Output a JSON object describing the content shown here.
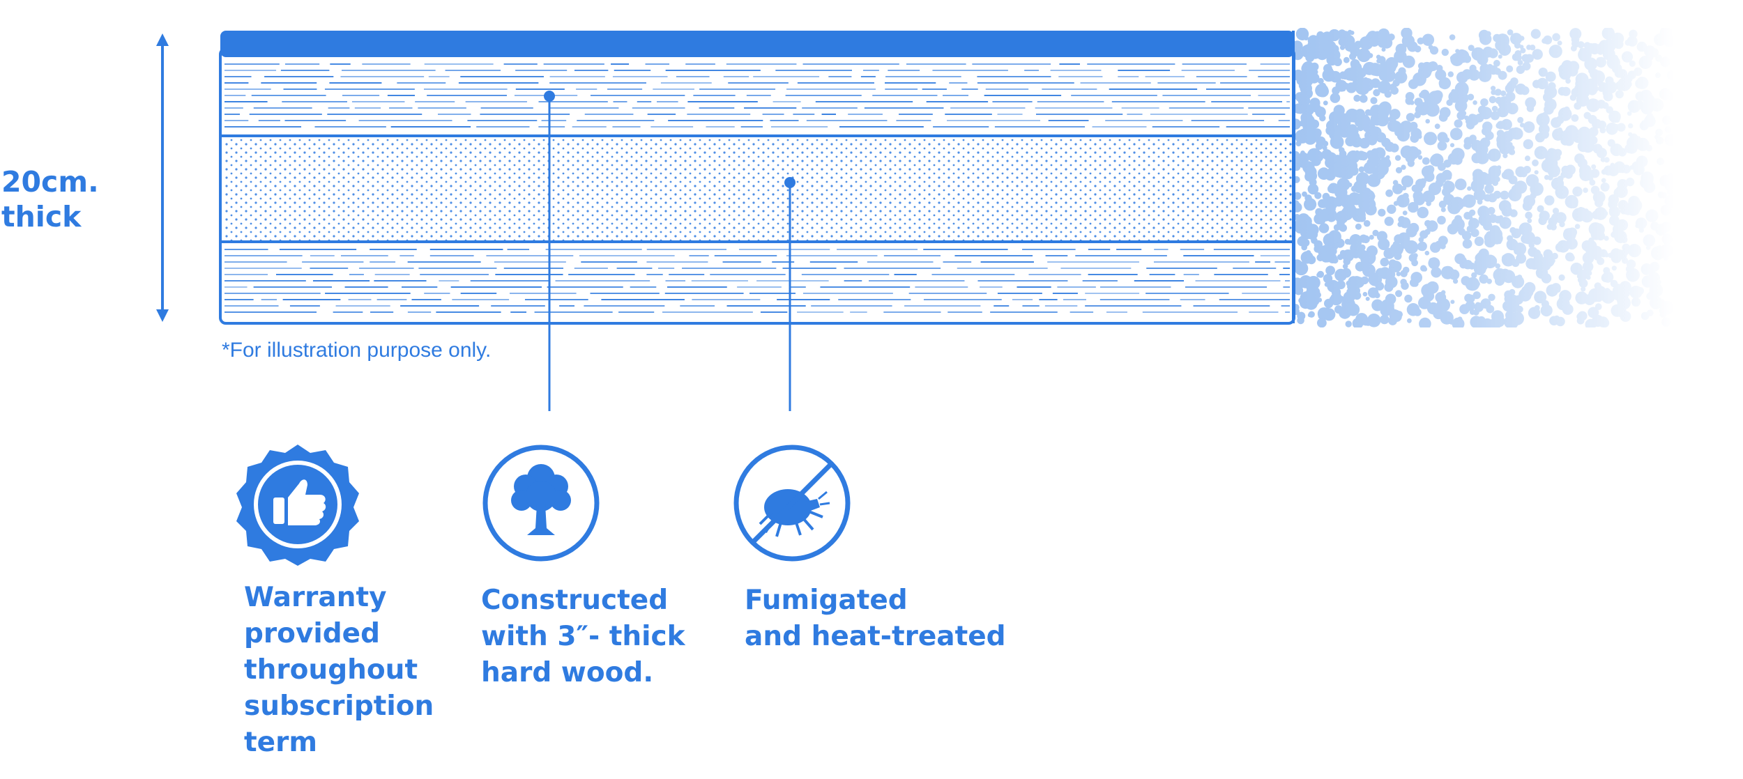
{
  "colors": {
    "accent": "#2f7be0",
    "background": "#ffffff"
  },
  "dimension": {
    "label": "20cm.\nthick"
  },
  "note": "*For illustration purpose only.",
  "features": [
    {
      "icon": "thumbs-up-badge-icon",
      "label": "Warranty\nprovided\nthroughout\nsubscription\nterm"
    },
    {
      "icon": "tree-icon",
      "label": "Constructed\nwith 3″- thick\nhard wood."
    },
    {
      "icon": "no-mite-icon",
      "label": "Fumigated\nand heat-treated"
    }
  ]
}
